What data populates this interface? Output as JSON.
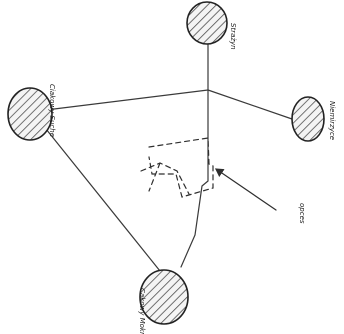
{
  "diagram": {
    "nodes": [
      {
        "id": "strazyn",
        "label": "Strażyn"
      },
      {
        "id": "niemirzyce",
        "label": "Niemirzyce"
      },
      {
        "id": "cakowy-suche",
        "label": "Ciakowy Suche"
      },
      {
        "id": "cakowy-mokre",
        "label": "Cakowy Mokre"
      }
    ],
    "annotation": {
      "label": "opces"
    }
  }
}
